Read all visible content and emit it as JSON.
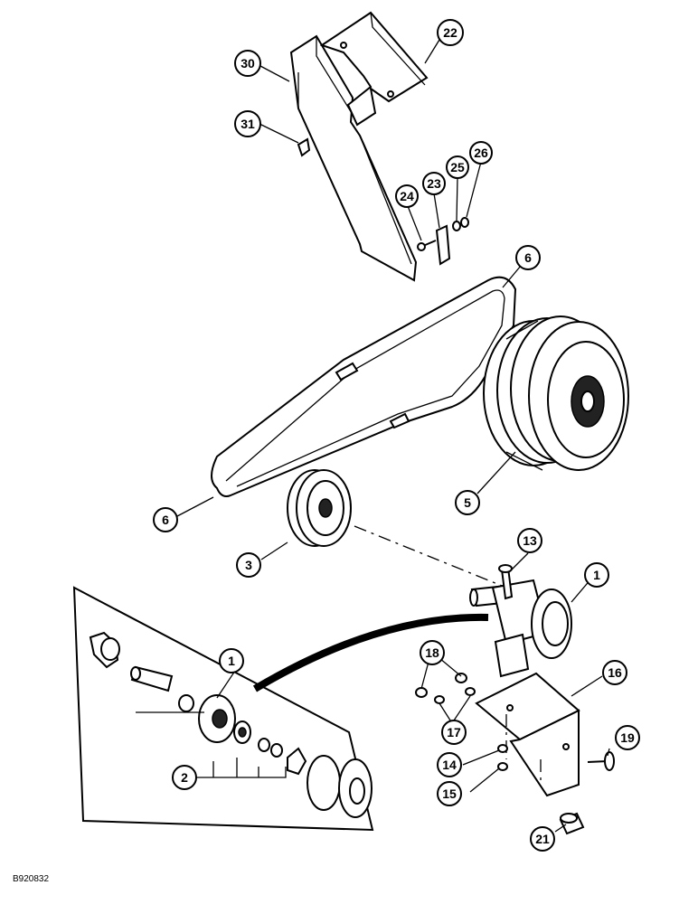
{
  "drawing_ref": "B920832",
  "callouts": [
    {
      "id": "c30",
      "label": "30"
    },
    {
      "id": "c22",
      "label": "22"
    },
    {
      "id": "c31",
      "label": "31"
    },
    {
      "id": "c26",
      "label": "26"
    },
    {
      "id": "c25",
      "label": "25"
    },
    {
      "id": "c23",
      "label": "23"
    },
    {
      "id": "c24",
      "label": "24"
    },
    {
      "id": "c6a",
      "label": "6"
    },
    {
      "id": "c6b",
      "label": "6"
    },
    {
      "id": "c5",
      "label": "5"
    },
    {
      "id": "c3",
      "label": "3"
    },
    {
      "id": "c13",
      "label": "13"
    },
    {
      "id": "c1a",
      "label": "1"
    },
    {
      "id": "c1b",
      "label": "1"
    },
    {
      "id": "c18",
      "label": "18"
    },
    {
      "id": "c16",
      "label": "16"
    },
    {
      "id": "c17",
      "label": "17"
    },
    {
      "id": "c19",
      "label": "19"
    },
    {
      "id": "c14",
      "label": "14"
    },
    {
      "id": "c15",
      "label": "15"
    },
    {
      "id": "c2",
      "label": "2"
    },
    {
      "id": "c21",
      "label": "21"
    }
  ]
}
